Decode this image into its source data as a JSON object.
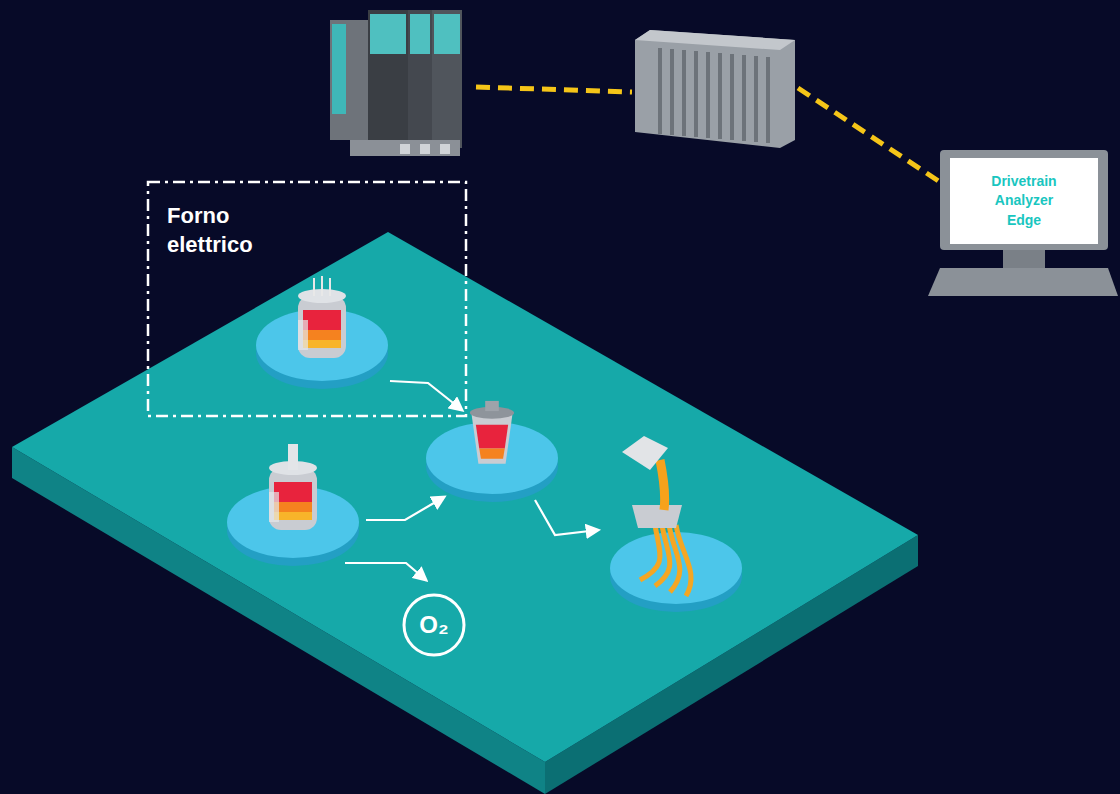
{
  "diagram": {
    "nodes": [
      {
        "text": [
          "Forno elettrico"
        ]
      },
      {
        "text": [
          "Drivetrain Analyzer Edge"
        ]
      },
      {
        "text": [
          "O₂"
        ]
      }
    ],
    "edges": []
  }
}
